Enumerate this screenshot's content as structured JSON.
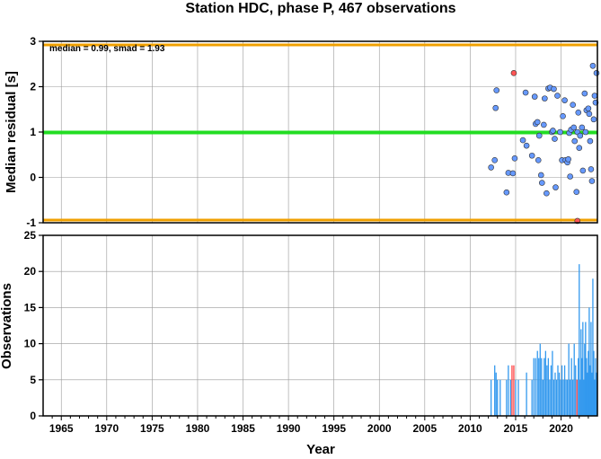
{
  "chart_data": [
    {
      "type": "scatter",
      "title": "Station HDC, phase P, 467 observations",
      "ylabel": "Median residual [s]",
      "annotation": "median = 0.99, smad = 1.93",
      "xlim": [
        1963,
        2024
      ],
      "ylim": [
        -1,
        3
      ],
      "yticks": [
        -1,
        0,
        1,
        2,
        3
      ],
      "grid": true,
      "reference_lines": [
        {
          "y": 0.99,
          "color": "#22dd22"
        },
        {
          "y": 2.92,
          "color": "#f0a000"
        },
        {
          "y": -0.94,
          "color": "#f0a000"
        }
      ],
      "colors": {
        "normal": "#6699ff",
        "outlier": "#ff5555"
      },
      "points": [
        {
          "x": 2012.3,
          "y": 0.22
        },
        {
          "x": 2012.7,
          "y": 0.38
        },
        {
          "x": 2012.9,
          "y": 1.92
        },
        {
          "x": 2012.8,
          "y": 1.53
        },
        {
          "x": 2014.0,
          "y": -0.33
        },
        {
          "x": 2014.2,
          "y": 0.1
        },
        {
          "x": 2014.7,
          "y": 0.09
        },
        {
          "x": 2014.9,
          "y": 0.42
        },
        {
          "x": 2015.8,
          "y": 0.82
        },
        {
          "x": 2016.1,
          "y": 1.87
        },
        {
          "x": 2016.2,
          "y": 0.7
        },
        {
          "x": 2016.8,
          "y": 0.48
        },
        {
          "x": 2017.1,
          "y": 1.78
        },
        {
          "x": 2017.2,
          "y": 1.18
        },
        {
          "x": 2017.4,
          "y": 1.22
        },
        {
          "x": 2017.5,
          "y": 0.38
        },
        {
          "x": 2017.6,
          "y": 0.92
        },
        {
          "x": 2017.8,
          "y": 0.05
        },
        {
          "x": 2017.9,
          "y": -0.12
        },
        {
          "x": 2018.1,
          "y": 1.16
        },
        {
          "x": 2018.2,
          "y": 1.74
        },
        {
          "x": 2018.4,
          "y": -0.35
        },
        {
          "x": 2018.6,
          "y": 1.96
        },
        {
          "x": 2018.8,
          "y": 1.98
        },
        {
          "x": 2019.0,
          "y": 1.0
        },
        {
          "x": 2019.1,
          "y": 1.03
        },
        {
          "x": 2019.2,
          "y": 1.95
        },
        {
          "x": 2019.3,
          "y": 0.85
        },
        {
          "x": 2019.4,
          "y": -0.22
        },
        {
          "x": 2019.6,
          "y": 1.8
        },
        {
          "x": 2019.9,
          "y": 1.0
        },
        {
          "x": 2020.1,
          "y": 0.38
        },
        {
          "x": 2020.2,
          "y": 1.35
        },
        {
          "x": 2020.4,
          "y": 1.7
        },
        {
          "x": 2020.5,
          "y": 0.38
        },
        {
          "x": 2020.7,
          "y": 0.33
        },
        {
          "x": 2020.8,
          "y": 0.4
        },
        {
          "x": 2020.9,
          "y": 0.98
        },
        {
          "x": 2021.0,
          "y": 0.02
        },
        {
          "x": 2021.1,
          "y": 1.05
        },
        {
          "x": 2021.3,
          "y": 1.6
        },
        {
          "x": 2021.4,
          "y": 1.1
        },
        {
          "x": 2021.5,
          "y": 0.8
        },
        {
          "x": 2021.7,
          "y": -0.32
        },
        {
          "x": 2021.8,
          "y": 1.0
        },
        {
          "x": 2021.9,
          "y": 1.43
        },
        {
          "x": 2022.0,
          "y": 0.65
        },
        {
          "x": 2022.1,
          "y": 0.92
        },
        {
          "x": 2022.3,
          "y": 1.1
        },
        {
          "x": 2022.4,
          "y": 0.15
        },
        {
          "x": 2022.6,
          "y": 1.85
        },
        {
          "x": 2022.7,
          "y": 1.0
        },
        {
          "x": 2022.8,
          "y": 1.48
        },
        {
          "x": 2023.0,
          "y": 1.52
        },
        {
          "x": 2023.1,
          "y": 1.4
        },
        {
          "x": 2023.2,
          "y": 0.8
        },
        {
          "x": 2023.3,
          "y": 0.18
        },
        {
          "x": 2023.4,
          "y": -0.08
        },
        {
          "x": 2023.5,
          "y": 2.46
        },
        {
          "x": 2023.6,
          "y": 1.28
        },
        {
          "x": 2023.7,
          "y": 1.8
        },
        {
          "x": 2023.8,
          "y": 1.65
        },
        {
          "x": 2023.9,
          "y": 2.3
        },
        {
          "x": 2014.8,
          "y": 2.3,
          "outlier": true
        },
        {
          "x": 2021.8,
          "y": -0.96,
          "outlier": true
        }
      ]
    },
    {
      "type": "bar",
      "xlabel": "Year",
      "ylabel": "Observations",
      "xlim": [
        1963,
        2024
      ],
      "ylim": [
        0,
        25
      ],
      "xticks": [
        1965,
        1970,
        1975,
        1980,
        1985,
        1990,
        1995,
        2000,
        2005,
        2010,
        2015,
        2020
      ],
      "yticks": [
        0,
        5,
        10,
        15,
        20,
        25
      ],
      "grid": true,
      "colors": {
        "normal": "#3399ee",
        "outlier": "#ff4444"
      },
      "bars": [
        {
          "x": 2012.3,
          "v": 5
        },
        {
          "x": 2012.7,
          "v": 7
        },
        {
          "x": 2012.85,
          "v": 6
        },
        {
          "x": 2013.0,
          "v": 5
        },
        {
          "x": 2013.3,
          "v": 5
        },
        {
          "x": 2014.0,
          "v": 5
        },
        {
          "x": 2014.2,
          "v": 7
        },
        {
          "x": 2014.45,
          "v": 5
        },
        {
          "x": 2014.6,
          "v": 7,
          "outlier": true
        },
        {
          "x": 2014.8,
          "v": 7,
          "outlier": true
        },
        {
          "x": 2015.0,
          "v": 5
        },
        {
          "x": 2015.3,
          "v": 5
        },
        {
          "x": 2016.2,
          "v": 6
        },
        {
          "x": 2016.8,
          "v": 5
        },
        {
          "x": 2017.0,
          "v": 8
        },
        {
          "x": 2017.2,
          "v": 8
        },
        {
          "x": 2017.4,
          "v": 9
        },
        {
          "x": 2017.55,
          "v": 8
        },
        {
          "x": 2017.7,
          "v": 10
        },
        {
          "x": 2017.85,
          "v": 8
        },
        {
          "x": 2018.0,
          "v": 5
        },
        {
          "x": 2018.15,
          "v": 8
        },
        {
          "x": 2018.3,
          "v": 9
        },
        {
          "x": 2018.45,
          "v": 7
        },
        {
          "x": 2018.6,
          "v": 8
        },
        {
          "x": 2018.75,
          "v": 5
        },
        {
          "x": 2018.9,
          "v": 7
        },
        {
          "x": 2019.05,
          "v": 9
        },
        {
          "x": 2019.2,
          "v": 5
        },
        {
          "x": 2019.35,
          "v": 6
        },
        {
          "x": 2019.5,
          "v": 5
        },
        {
          "x": 2019.65,
          "v": 7
        },
        {
          "x": 2019.8,
          "v": 6
        },
        {
          "x": 2019.95,
          "v": 5
        },
        {
          "x": 2020.1,
          "v": 7
        },
        {
          "x": 2020.25,
          "v": 5
        },
        {
          "x": 2020.4,
          "v": 7
        },
        {
          "x": 2020.55,
          "v": 5
        },
        {
          "x": 2020.7,
          "v": 5
        },
        {
          "x": 2020.85,
          "v": 10
        },
        {
          "x": 2021.0,
          "v": 5
        },
        {
          "x": 2021.15,
          "v": 8
        },
        {
          "x": 2021.3,
          "v": 5
        },
        {
          "x": 2021.45,
          "v": 10
        },
        {
          "x": 2021.6,
          "v": 7
        },
        {
          "x": 2021.75,
          "v": 5,
          "outlier": true
        },
        {
          "x": 2021.9,
          "v": 8
        },
        {
          "x": 2022.0,
          "v": 21
        },
        {
          "x": 2022.1,
          "v": 5
        },
        {
          "x": 2022.2,
          "v": 12
        },
        {
          "x": 2022.3,
          "v": 8
        },
        {
          "x": 2022.4,
          "v": 13
        },
        {
          "x": 2022.5,
          "v": 5
        },
        {
          "x": 2022.6,
          "v": 10
        },
        {
          "x": 2022.7,
          "v": 13
        },
        {
          "x": 2022.8,
          "v": 8
        },
        {
          "x": 2022.9,
          "v": 6
        },
        {
          "x": 2023.0,
          "v": 9
        },
        {
          "x": 2023.1,
          "v": 15
        },
        {
          "x": 2023.2,
          "v": 7
        },
        {
          "x": 2023.3,
          "v": 13
        },
        {
          "x": 2023.4,
          "v": 6
        },
        {
          "x": 2023.5,
          "v": 19
        },
        {
          "x": 2023.6,
          "v": 9
        },
        {
          "x": 2023.7,
          "v": 5
        },
        {
          "x": 2023.8,
          "v": 8
        },
        {
          "x": 2023.9,
          "v": 6
        }
      ]
    }
  ]
}
